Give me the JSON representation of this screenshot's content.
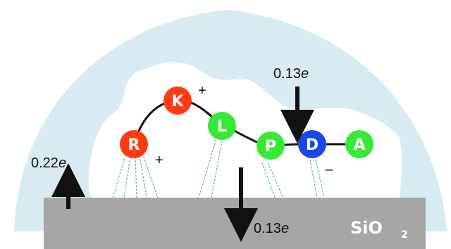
{
  "colors": {
    "solvent": "#d9ebf2",
    "cavity": "#ffffff",
    "substrate": "#a6a6a6",
    "bond": "#111111",
    "contact_line": "#55aac8",
    "arrow": "#111111",
    "positive_residue": "#ff3b12",
    "hydrophobic_residue": "#38e838",
    "negative_residue": "#1a47e6"
  },
  "substrate": {
    "label": "SiO",
    "subscript": "2"
  },
  "residues": [
    {
      "letter": "R",
      "color": "#ff3b12",
      "charge": "+"
    },
    {
      "letter": "K",
      "color": "#ff3b12",
      "charge": "+"
    },
    {
      "letter": "L",
      "color": "#38e838",
      "charge": ""
    },
    {
      "letter": "P",
      "color": "#38e838",
      "charge": ""
    },
    {
      "letter": "D",
      "color": "#1a47e6",
      "charge": "-"
    },
    {
      "letter": "A",
      "color": "#38e838",
      "charge": ""
    }
  ],
  "charge_transfers": [
    {
      "value": "0.22",
      "unit": "e",
      "direction": "up"
    },
    {
      "value": "0.13",
      "unit": "e",
      "direction": "down"
    },
    {
      "value": "0.13",
      "unit": "e",
      "direction": "down"
    }
  ]
}
